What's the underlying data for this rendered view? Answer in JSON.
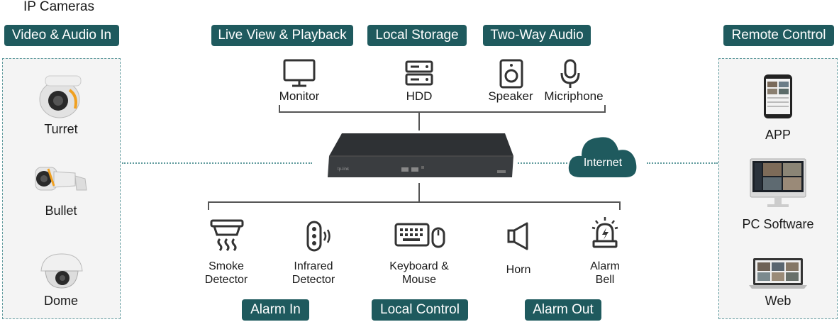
{
  "title": "IP Cameras",
  "headers": {
    "video_audio_in": "Video & Audio In",
    "live_view": "Live View & Playback",
    "local_storage": "Local Storage",
    "two_way_audio": "Two-Way Audio",
    "remote_control": "Remote Control",
    "alarm_in": "Alarm In",
    "local_control": "Local Control",
    "alarm_out": "Alarm Out"
  },
  "cameras": {
    "turret": "Turret",
    "bullet": "Bullet",
    "dome": "Dome"
  },
  "top_devices": {
    "monitor": "Monitor",
    "hdd": "HDD",
    "speaker": "Speaker",
    "microphone": "Micriphone"
  },
  "bottom_devices": {
    "smoke": [
      "Smoke",
      "Detector"
    ],
    "infrared": [
      "Infrared",
      "Detector"
    ],
    "keyboard": [
      "Keyboard &",
      "Mouse"
    ],
    "horn": "Horn",
    "alarm_bell": [
      "Alarm",
      "Bell"
    ]
  },
  "cloud": "Internet",
  "remote": {
    "app": "APP",
    "pc": "PC Software",
    "web": "Web"
  },
  "colors": {
    "pill": "#1f5a5e",
    "dotted": "#5f9a9d",
    "panel": "#f4f4f4",
    "nvr": "#3a3d40"
  }
}
